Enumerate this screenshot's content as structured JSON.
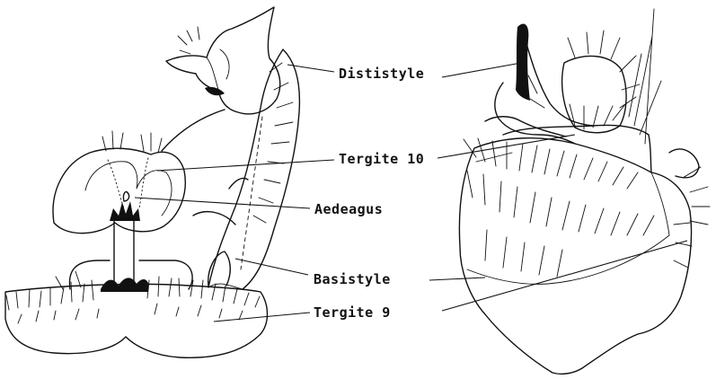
{
  "labels": {
    "dististyle": "Dististyle",
    "tergite10": "Tergite 10",
    "aedeagus": "Aedeagus",
    "basistyle": "Basistyle",
    "tergite9": "Tergite 9"
  },
  "colors": {
    "ink": "#111111",
    "background": "#ffffff"
  }
}
